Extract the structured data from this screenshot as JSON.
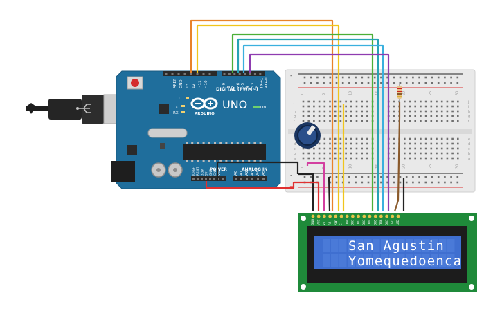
{
  "arduino": {
    "model": "UNO",
    "brand_logo": "infinity-logo",
    "digital_header": "DIGITAL (PWM~)",
    "analog_header": "ANALOG IN",
    "power_header": "POWER",
    "on_label": "ON",
    "tx_label": "TX",
    "rx_label": "RX",
    "l_label": "L",
    "aref_label": "AREF",
    "gnd_label": "GND",
    "digital_pins": [
      "13",
      "12",
      "~11",
      "~10",
      "~9",
      "8",
      "7",
      "~6",
      "~5",
      "4",
      "~3",
      "2",
      "TX→1",
      "RX←0"
    ],
    "analog_pins": [
      "A0",
      "A1",
      "A2",
      "A3",
      "A4",
      "A5"
    ],
    "power_pins": [
      "IOREF",
      "RESET",
      "3.3V",
      "5V",
      "GND",
      "GND",
      "Vin"
    ]
  },
  "lcd": {
    "line1": "San Agustin",
    "line2": "Yomequedoenca",
    "backlight_color": "#3f6fd0",
    "pin_labels": [
      "GND",
      "VCC",
      "V0",
      "RS",
      "RW",
      "E",
      "DB0",
      "DB1",
      "DB2",
      "DB3",
      "DB4",
      "DB5",
      "DB6",
      "DB7",
      "LED",
      "LED"
    ]
  },
  "breadboard": {
    "column_numbers": [
      "1",
      "5",
      "10",
      "15",
      "20",
      "25",
      "30"
    ],
    "row_letters_top": [
      "j",
      "i",
      "h",
      "g",
      "f"
    ],
    "row_letters_bottom": [
      "e",
      "d",
      "c",
      "b",
      "a"
    ],
    "rail_plus": "+",
    "rail_minus": "-"
  },
  "colors": {
    "board_blue": "#1f6e9c",
    "wire_orange": "#e8832a",
    "wire_yellow": "#f0c51c",
    "wire_green": "#4caf37",
    "wire_teal": "#27a3b4",
    "wire_cyan": "#3ab0de",
    "wire_purple": "#8e3cb0",
    "wire_red": "#e03030",
    "wire_black": "#222222",
    "wire_pink": "#d33fa0",
    "wire_brown": "#8a5a2b"
  }
}
